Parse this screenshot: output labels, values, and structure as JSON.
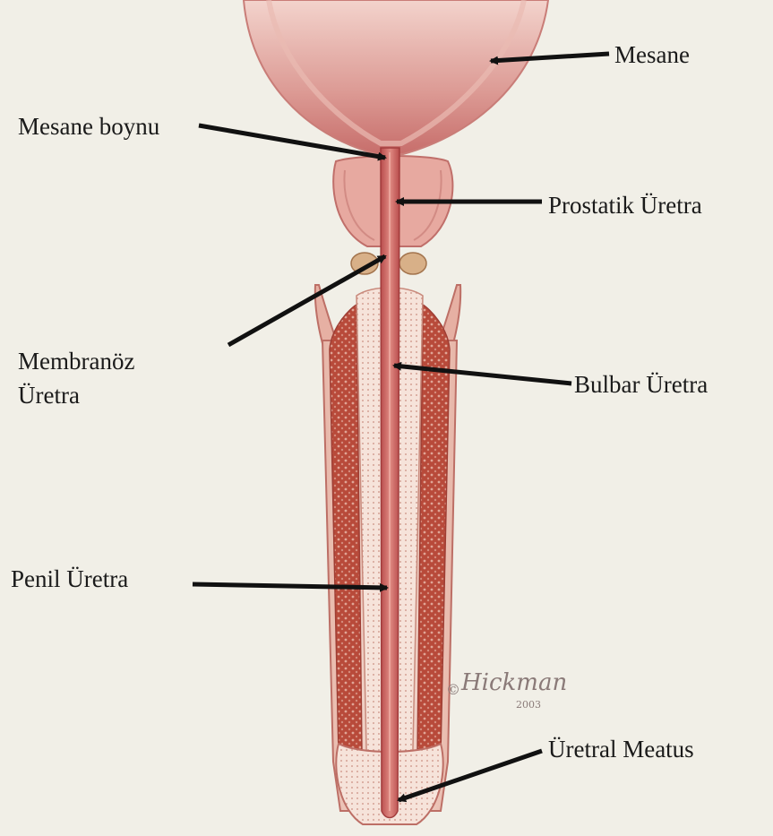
{
  "labels": {
    "mesane": "Mesane",
    "mesane_boynu": "Mesane boynu",
    "prostatik_uretra": "Prostatik Üretra",
    "membranoz_line1": "Membranöz",
    "membranoz_line2": "Üretra",
    "bulbar_uretra": "Bulbar Üretra",
    "penil_uretra": "Penil Üretra",
    "uretral_meatus": "Üretral Meatus"
  },
  "signature": {
    "name": "Hickman",
    "year": "2003"
  },
  "colors": {
    "background": "#f1efe7",
    "bladder": "#d98f8d",
    "urethra": "#c25656",
    "erectile_tissue": "#b34a3c",
    "tunica": "#f4d8cf",
    "arrow": "#111111"
  }
}
